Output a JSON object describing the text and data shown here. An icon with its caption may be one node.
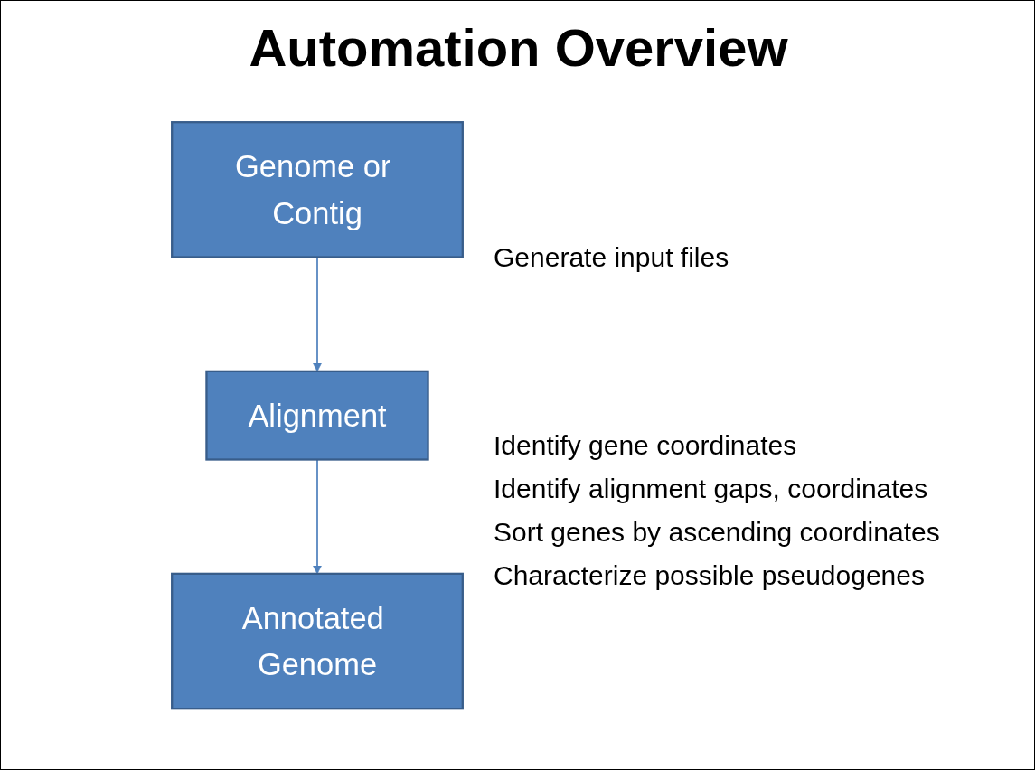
{
  "diagram": {
    "title": "Automation Overview",
    "nodes": [
      {
        "text": [
          "Genome or Contig"
        ]
      },
      {
        "text": [
          "Alignment"
        ]
      },
      {
        "text": [
          "Annotated Genome"
        ]
      }
    ],
    "edges": [
      {
        "from": 0,
        "to": 1,
        "arrow": "to"
      },
      {
        "from": 1,
        "to": 2,
        "arrow": "to"
      }
    ],
    "labels": [
      "Generate input files",
      "Identify gene coordinates",
      "Identify alignment gaps, coordinates",
      "Sort genes by ascending coordinates",
      "Characterize possible pseudogenes"
    ]
  }
}
